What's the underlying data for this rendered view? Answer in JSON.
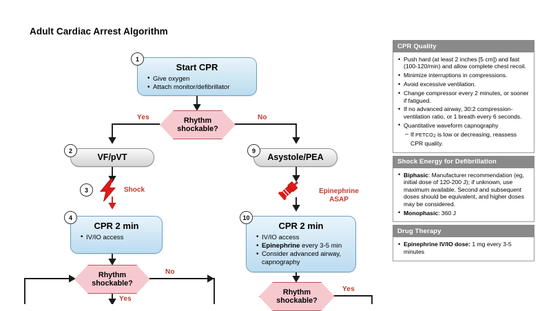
{
  "title": "Adult Cardiac Arrest Algorithm",
  "flow": {
    "nodes": {
      "n1": {
        "number": "1",
        "title": "Start CPR",
        "bullets": [
          "Give oxygen",
          "Attach monitor/defibrillator"
        ]
      },
      "d1": {
        "text_line1": "Rhythm",
        "text_line2": "shockable?",
        "yes": "Yes",
        "no": "No"
      },
      "n2": {
        "number": "2",
        "title": "VF/pVT"
      },
      "n9": {
        "number": "9",
        "title": "Asystole/PEA"
      },
      "n3": {
        "number": "3",
        "label": "Shock",
        "icon": "lightning-bolt-icon"
      },
      "epi": {
        "label_line1": "Epinephrine",
        "label_line2": "ASAP",
        "icon": "syringe-icon"
      },
      "n4": {
        "number": "4",
        "title": "CPR 2 min",
        "bullets": [
          "IV/IO access"
        ]
      },
      "n10": {
        "number": "10",
        "title": "CPR 2 min",
        "bullets": [
          {
            "text": "IV/IO access"
          },
          {
            "bold": "Epinephrine",
            "text": " every 3-5 min"
          },
          {
            "text": "Consider advanced airway, capnography"
          }
        ]
      },
      "d2": {
        "text_line1": "Rhythm",
        "text_line2": "shockable?",
        "yes": "Yes",
        "no": "No"
      },
      "d3": {
        "text_line1": "Rhythm",
        "text_line2": "shockable?",
        "yes": "Yes"
      }
    }
  },
  "sidebar": {
    "panels": [
      {
        "heading": "CPR Quality",
        "items": [
          {
            "text": "Push hard (at least 2 inches [5 cm]) and fast (100-120/min) and allow complete chest recoil."
          },
          {
            "text": "Minimize interruptions in compressions."
          },
          {
            "text": "Avoid excessive ventilation."
          },
          {
            "text": "Change compressor every 2 minutes, or sooner if fatigued."
          },
          {
            "text": "If no advanced airway, 30:2 compression-ventilation ratio, or 1 breath every 6 seconds."
          },
          {
            "text": "Quantitative waveform capnography"
          },
          {
            "sub": true,
            "pre": "If ",
            "sc": "PETCO",
            "sub2": "2",
            "post": " is low or decreasing, reassess CPR quality."
          }
        ]
      },
      {
        "heading": "Shock Energy for Defibrillation",
        "items": [
          {
            "bold": "Biphasic",
            "text": ": Manufacturer recommendation (eg, initial dose of 120-200 J); if unknown, use maximum available. Second and subsequent doses should be equivalent, and higher doses may be considered."
          },
          {
            "bold": "Monophasic",
            "text": ": 360 J"
          }
        ]
      },
      {
        "heading": "Drug Therapy",
        "items": [
          {
            "bold": "Epinephrine IV/IO dose:",
            "text": " 1 mg every 3-5 minutes"
          }
        ]
      }
    ]
  },
  "colors": {
    "decision_fill": "#f6c9ce",
    "decision_border": "#b9545f",
    "action_fill": "#cfe6f4",
    "action_border": "#6d9fc0",
    "rhythm_fill": "#e4e4e4",
    "accent_red": "#c0392b",
    "panel_head": "#8a8a8a"
  }
}
